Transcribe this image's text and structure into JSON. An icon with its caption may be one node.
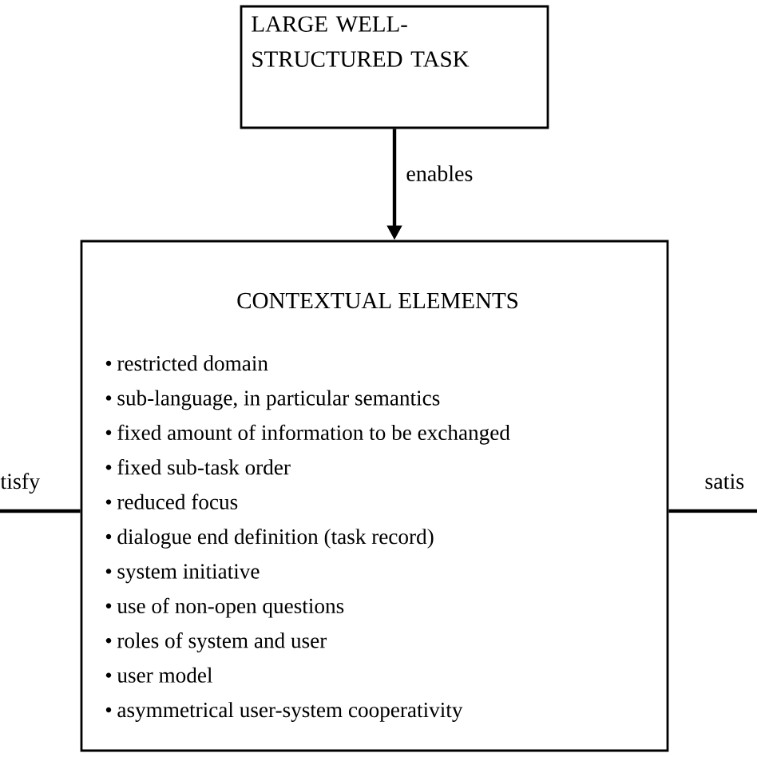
{
  "diagram": {
    "nodes": [
      {
        "text": [
          "LARGE WELL-STRUCTURED TASK"
        ]
      },
      {
        "text": [
          "CONTEXTUAL ELEMENTS",
          "restricted domain",
          "sub-language, in particular semantics",
          "fixed amount of information to be exchanged",
          "fixed sub-task order",
          "reduced focus",
          "dialogue end definition (task record)",
          "system initiative",
          "use of non-open questions",
          "roles of system and user",
          "user model",
          "asymmetrical user-system cooperativity"
        ]
      }
    ],
    "edges": [
      {
        "from": 0,
        "to": 1,
        "arrow": "to",
        "label": "enables"
      },
      {
        "from": null,
        "to": 1,
        "arrow": "none",
        "label": "tisfy"
      },
      {
        "from": 1,
        "to": null,
        "arrow": "none",
        "label": "satis"
      }
    ]
  }
}
